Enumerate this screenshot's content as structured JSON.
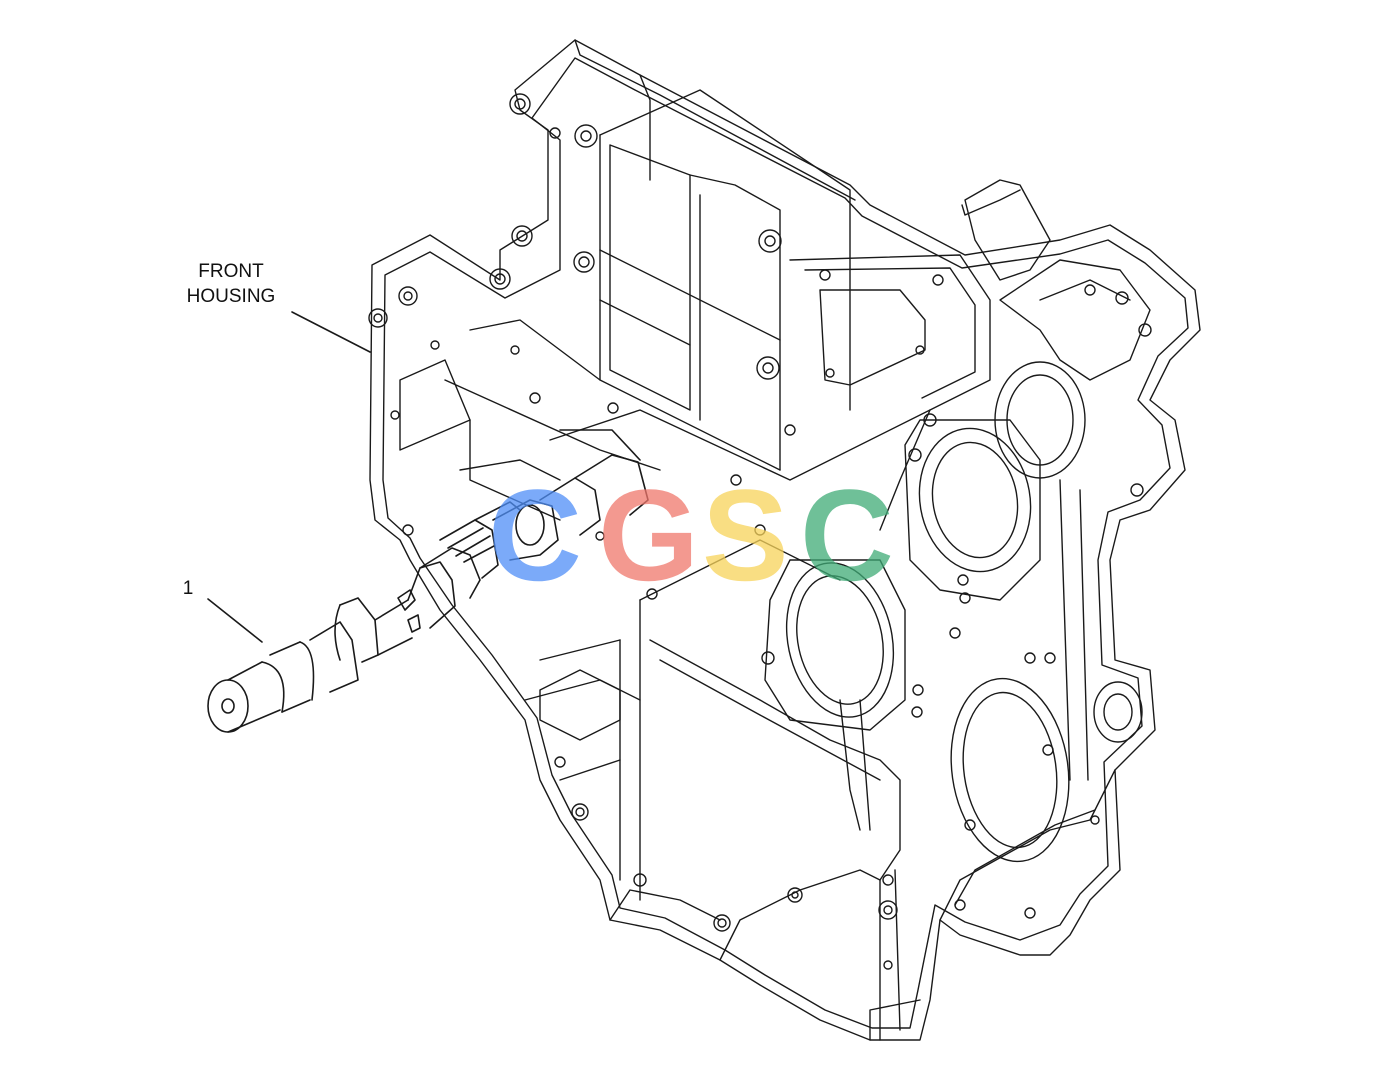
{
  "callouts": {
    "front_housing_line1": "FRONT",
    "front_housing_line2": "HOUSING",
    "part_number": "1"
  },
  "watermark": {
    "letters": [
      "C",
      "G",
      "S",
      "C"
    ],
    "colors": [
      "#4f8ef7",
      "#f0776c",
      "#f7d35a",
      "#3fab76"
    ]
  },
  "line_color": "#1a1a1a"
}
